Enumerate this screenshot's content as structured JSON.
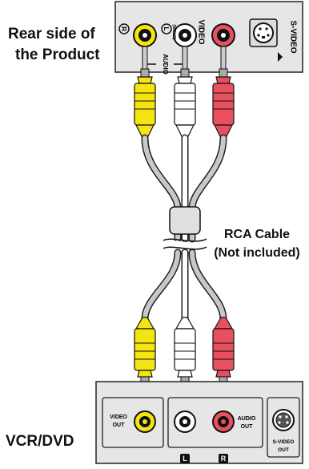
{
  "labels": {
    "rear_line1": "Rear side of",
    "rear_line2": "the Product",
    "cable_line1": "RCA Cable",
    "cable_line2": "(Not included)",
    "source": "VCR/DVD"
  },
  "product_panel": {
    "right_marker": "R",
    "left_marker": "L",
    "mono": "(MONO)",
    "audio": "AUDIO",
    "video": "VIDEO",
    "svideo": "S-VIDEO"
  },
  "source_panel": {
    "video_out_1": "VIDEO",
    "video_out_2": "OUT",
    "audio_out_1": "AUDIO",
    "audio_out_2": "OUT",
    "left_marker": "L",
    "right_marker": "R",
    "svideo_out_1": "S-VIDEO",
    "svideo_out_2": "OUT"
  },
  "colors": {
    "yellow": "#f5e50f",
    "white": "#ffffff",
    "red": "#e8505f",
    "panel": "#e6e6e6",
    "cable_gray": "#c8c8c8"
  }
}
